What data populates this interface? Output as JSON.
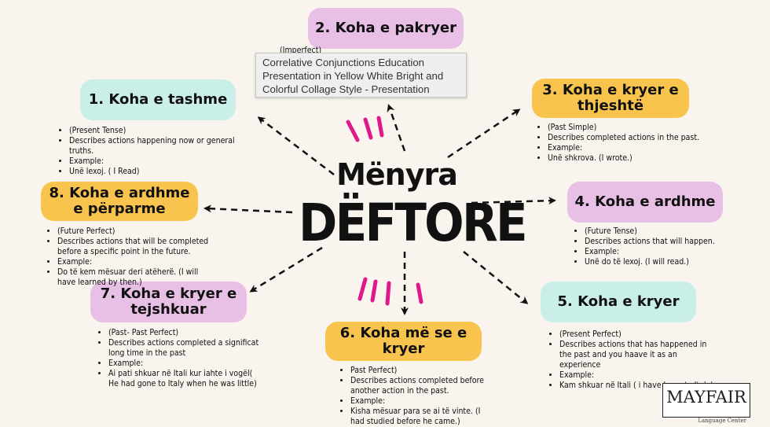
{
  "tooltip": "Correlative Conjunctions Education Presentation in Yellow White Bright and Colorful Collage Style - Presentation",
  "center": {
    "line1": "Mënyra",
    "line2": "DËFTORE"
  },
  "boxes": [
    {
      "title": "1. Koha e tashme",
      "lines": [
        "(Present Tense)",
        "Describes actions happening now or general truths.",
        "Example:",
        "Unë lexoj. ( I Read)"
      ]
    },
    {
      "title": "2. Koha e pakryer",
      "lines": [
        "(Imperfect)"
      ]
    },
    {
      "title": "3. Koha e kryer e thjeshtë",
      "lines": [
        "(Past Simple)",
        "Describes completed actions in the past.",
        "Example:",
        "Unë shkrova. (I wrote.)"
      ]
    },
    {
      "title": "4. Koha e ardhme",
      "lines": [
        "(Future Tense)",
        "Describes actions that will happen.",
        "Example:",
        "Unë do të lexoj. (I will read.)"
      ]
    },
    {
      "title": "5. Koha e kryer",
      "lines": [
        "(Present Perfect)",
        "Describes actions that has happened in the past and you haave it as an experience",
        "Example:",
        "Kam shkuar në Itali ( i have been to Italy)"
      ]
    },
    {
      "title": "6. Koha më se e kryer",
      "lines": [
        "Past Perfect)",
        "Describes actions completed before another action in the past.",
        "Example:",
        "Kisha mësuar para se ai të vinte. (I had studied before he came.)"
      ]
    },
    {
      "title": "7. Koha e kryer e tejshkuar",
      "lines": [
        "(Past- Past Perfect)",
        "Describes actions completed a significat long time in the past",
        "Example:",
        "Ai pati shkuar në Itali kur iahte i vogël( He had gone to Italy when he was little)"
      ]
    },
    {
      "title": "8. Koha e ardhme e përparme",
      "lines": [
        "(Future Perfect)",
        "Describes actions that will be completed before a specific point in the future.",
        "Example:",
        "Do të kem mësuar deri atëherë. (I will have learned by then.)"
      ]
    }
  ],
  "logo": {
    "name": "MAYFAIR",
    "sub": "Language Center"
  },
  "colors": {
    "pink": "#e8bfe5",
    "mint": "#c9efe8",
    "yellow": "#f8c44e",
    "accent_strokes": "#e0198a",
    "background": "#f9f5ee"
  }
}
